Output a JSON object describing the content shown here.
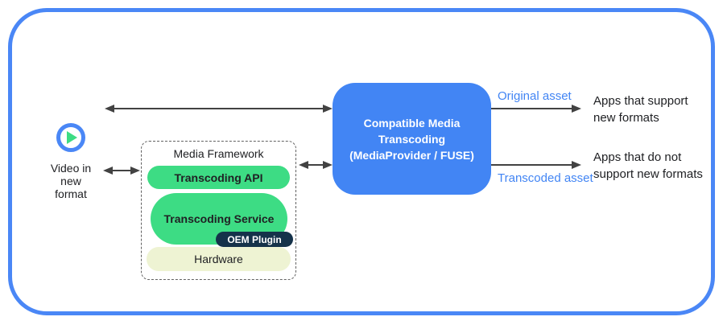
{
  "colors": {
    "frame_blue": "#4a87f6",
    "transcoder_blue": "#4285f4",
    "android_green": "#3ddc84",
    "oem_navy": "#15324a",
    "hardware_pale": "#eef3d3",
    "arrow_gray": "#424242",
    "asset_label_blue": "#4285f4",
    "text_dark": "#202124"
  },
  "icons": {
    "play": "play-icon"
  },
  "source": {
    "label": "Video in\nnew\nformat"
  },
  "framework": {
    "title": "Media Framework",
    "api_label": "Transcoding API",
    "service_label": "Transcoding Service",
    "oem_label": "OEM Plugin",
    "hardware_label": "Hardware"
  },
  "transcoder": {
    "title": "Compatible Media\nTranscoding\n(MediaProvider / FUSE)"
  },
  "flows": {
    "original_label": "Original asset",
    "transcoded_label": "Transcoded asset"
  },
  "destinations": {
    "supported": "Apps that support\nnew formats",
    "unsupported": "Apps that do not\nsupport new formats"
  }
}
